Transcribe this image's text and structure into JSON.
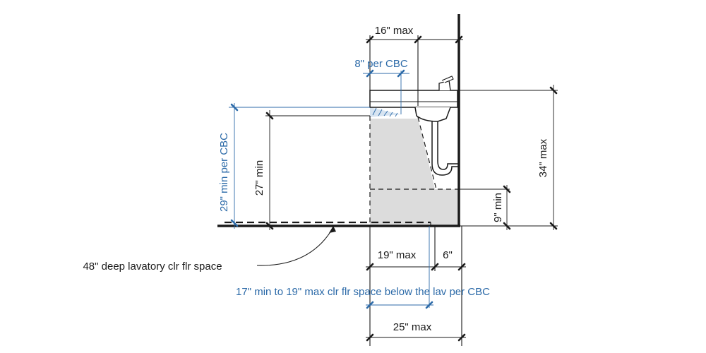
{
  "labels": {
    "sink_projection_max": "16\" max",
    "sink_projection_cbc": "8\" per CBC",
    "counter_height_max": "34\" max",
    "knee_clearance_min": "27\" min",
    "knee_clearance_cbc": "29\" min per CBC",
    "toe_clearance_height_min": "9\" min",
    "knee_depth_max": "19\" max",
    "toe_depth": "6\"",
    "clear_floor_space_depth": "48\" deep lavatory clr flr space",
    "clear_floor_space_cbc": "17\" min to 19\" max clr flr space below the lav per CBC",
    "total_depth_max": "25\" max"
  },
  "colors": {
    "ink": "#1a1a1a",
    "cbc_blue": "#2c6aa8",
    "knee_space_fill": "#dcdcdc"
  }
}
